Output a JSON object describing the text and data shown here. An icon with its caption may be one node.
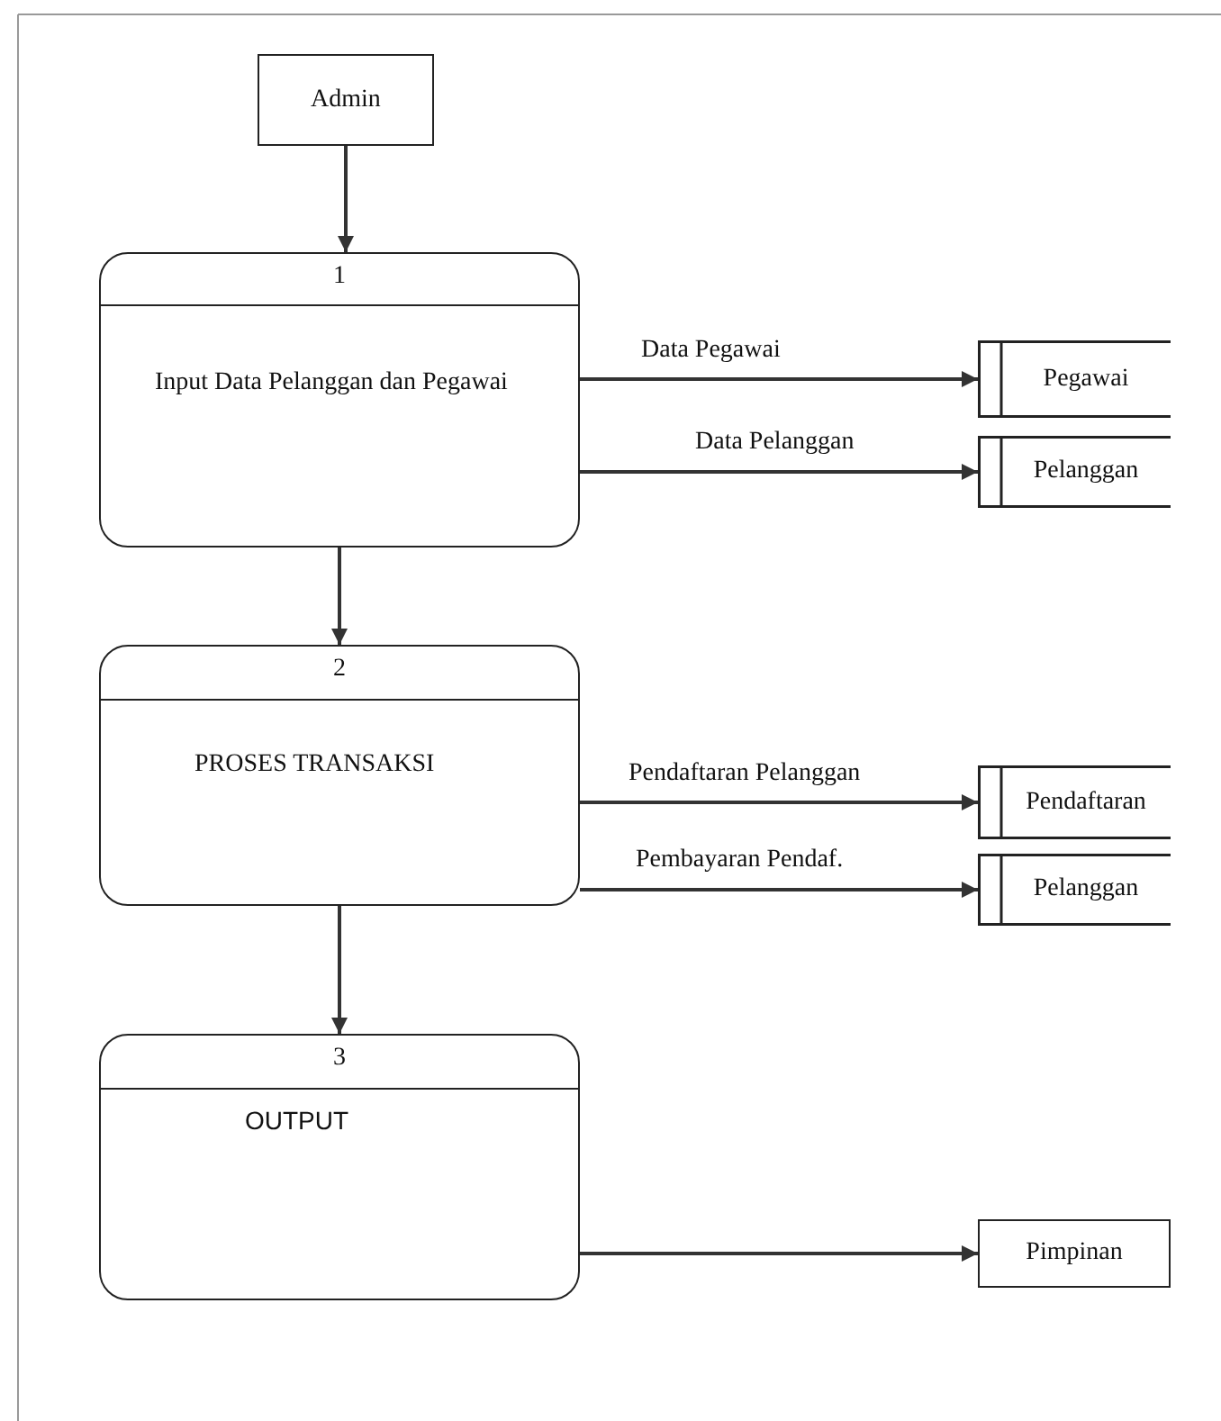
{
  "diagram": {
    "nodes": [
      {
        "text": [
          "Admin"
        ]
      },
      {
        "text": [
          "1",
          "Input Data Pelanggan dan Pegawai"
        ]
      },
      {
        "text": [
          "Pegawai"
        ]
      },
      {
        "text": [
          "Pelanggan"
        ]
      },
      {
        "text": [
          "2",
          "PROSES TRANSAKSI"
        ]
      },
      {
        "text": [
          "Pendaftaran"
        ]
      },
      {
        "text": [
          "Pelanggan"
        ]
      },
      {
        "text": [
          "3",
          "OUTPUT"
        ]
      },
      {
        "text": [
          "Pimpinan"
        ]
      }
    ],
    "edges": [
      {
        "from": 0,
        "to": 1,
        "arrow": "to"
      },
      {
        "from": 1,
        "to": 2,
        "arrow": "to",
        "label": "Data Pegawai"
      },
      {
        "from": 1,
        "to": 3,
        "arrow": "to",
        "label": "Data Pelanggan"
      },
      {
        "from": 1,
        "to": 4,
        "arrow": "to"
      },
      {
        "from": 4,
        "to": 5,
        "arrow": "to",
        "label": "Pendaftaran Pelanggan"
      },
      {
        "from": 4,
        "to": 6,
        "arrow": "to",
        "label": "Pembayaran Pendaf."
      },
      {
        "from": 4,
        "to": 7,
        "arrow": "to"
      },
      {
        "from": 7,
        "to": 8,
        "arrow": "to"
      }
    ]
  }
}
